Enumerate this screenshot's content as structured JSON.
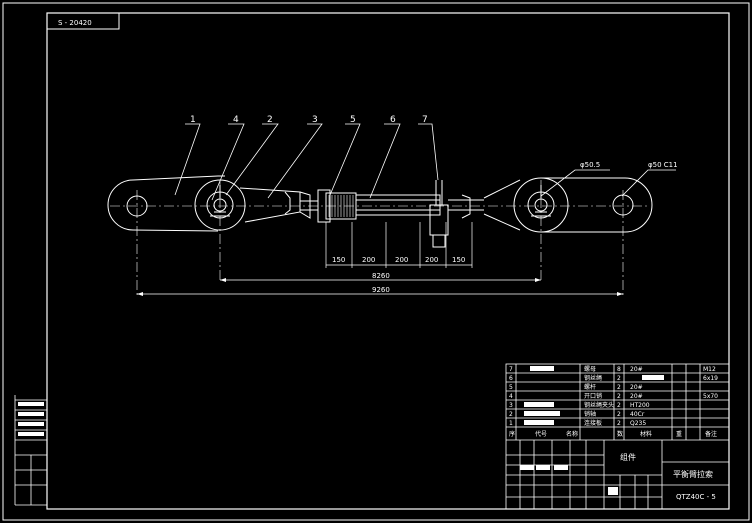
{
  "drawing": {
    "code_tag": "S - 20420",
    "part_labels": [
      "1",
      "4",
      "2",
      "3",
      "5",
      "6",
      "7"
    ],
    "dim_150_left": "150",
    "dim_200_a": "200",
    "dim_200_b": "200",
    "dim_200_c": "200",
    "dim_150_right": "150",
    "dim_inner": "8260",
    "dim_outer": "9260",
    "hole_note_left": "φ50.5",
    "hole_note_right": "φ50 C11"
  },
  "title_block": {
    "bom_rows": [
      {
        "no": "7",
        "spec": "",
        "name": "螺母",
        "qty": "8",
        "material": "20#",
        "weight": "",
        "note": "M12"
      },
      {
        "no": "6",
        "spec": "",
        "name": "钢丝绳",
        "qty": "2",
        "material": "",
        "weight": "",
        "note": "6x19"
      },
      {
        "no": "5",
        "spec": "",
        "name": "螺杆",
        "qty": "2",
        "material": "20#",
        "weight": "",
        "note": ""
      },
      {
        "no": "4",
        "spec": "",
        "name": "开口销",
        "qty": "2",
        "material": "20#",
        "weight": "",
        "note": "5x70"
      },
      {
        "no": "3",
        "spec": "",
        "name": "钢丝绳夹头",
        "qty": "2",
        "material": "HT200",
        "weight": "",
        "note": ""
      },
      {
        "no": "2",
        "spec": "",
        "name": "销轴",
        "qty": "2",
        "material": "40Cr",
        "weight": "",
        "note": ""
      },
      {
        "no": "1",
        "spec": "",
        "name": "连接板",
        "qty": "2",
        "material": "Q235",
        "weight": "",
        "note": ""
      }
    ],
    "header": [
      "序",
      "代号",
      "名称",
      "数",
      "材料",
      "重",
      "备注"
    ],
    "assembly_label": "组件",
    "company": "",
    "drawing_title": "平衡臂拉索",
    "drawing_number": "QTZ40C - 5",
    "scale_a": "",
    "scale_b": ""
  }
}
